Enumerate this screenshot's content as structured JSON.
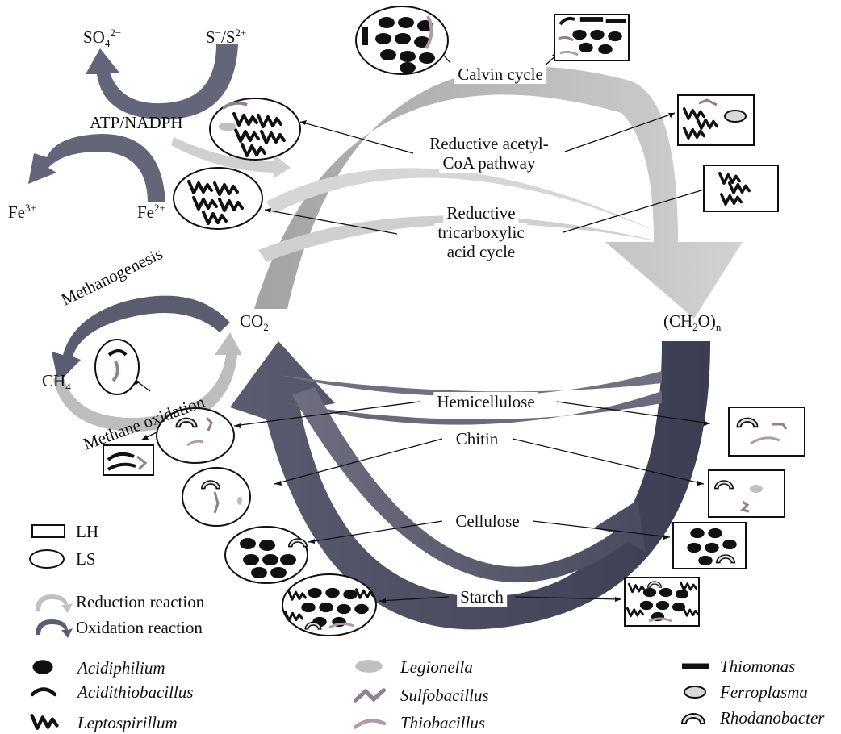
{
  "inorganic": {
    "so4_base": "SO",
    "so4_sub": "4",
    "so4_sup": "2−",
    "s_base": "S",
    "s_sup1": "−",
    "s_mid": "/S",
    "s_sup2": "2+",
    "atp": "ATP/NADPH",
    "fe3_base": "Fe",
    "fe3_sup": "3+",
    "fe2_base": "Fe",
    "fe2_sup": "2+"
  },
  "carbon": {
    "co2_base": "CO",
    "co2_sub": "2",
    "ch2o_base": "(CH",
    "ch2o_sub": "2",
    "ch2o_mid": "O)",
    "ch2o_sub2": "n",
    "ch4_base": "CH",
    "ch4_sub": "4",
    "methanogenesis": "Methanogenesis",
    "methane_oxidation": "Methane oxidation"
  },
  "fixation": {
    "calvin": "Calvin cycle",
    "acetyl_line1": "Reductive acetyl-",
    "acetyl_line2": "CoA pathway",
    "tca_line1": "Reductive",
    "tca_line2": "tricarboxylic",
    "tca_line3": "acid cycle"
  },
  "degradation": {
    "hemicellulose": "Hemicellulose",
    "chitin": "Chitin",
    "cellulose": "Cellulose",
    "starch": "Starch"
  },
  "legend": {
    "lh": "LH",
    "ls": "LS",
    "reduction": "Reduction reaction",
    "oxidation": "Oxidation reaction",
    "taxa": {
      "acidiphilium": "Acidiphilium",
      "acidithiobacillus": "Acidithiobacillus",
      "leptospirillum": "Leptospirillum",
      "legionella": "Legionella",
      "sulfobacillus": "Sulfobacillus",
      "thiobacillus": "Thiobacillus",
      "thiomonas": "Thiomonas",
      "ferroplasma": "Ferroplasma",
      "rhodanobacter": "Rhodanobacter"
    }
  },
  "colors": {
    "light_arrow": "#bdbdbd",
    "mid_arrow": "#8c8c8c",
    "dark_arrow": "#56566a",
    "darker_arrow": "#45455a",
    "organism_black": "#111111",
    "organism_grey": "#b5b5b5",
    "organism_mauve": "#8f7f8f"
  }
}
